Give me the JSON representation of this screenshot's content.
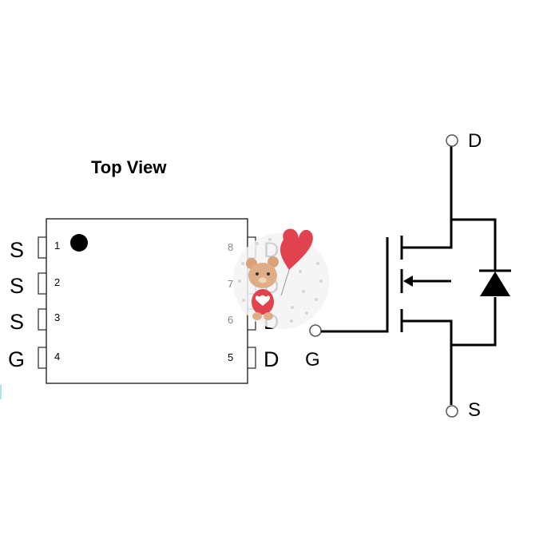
{
  "package": {
    "title": "Top View",
    "left_pins": [
      {
        "letter": "S",
        "number": "1"
      },
      {
        "letter": "S",
        "number": "2"
      },
      {
        "letter": "S",
        "number": "3"
      },
      {
        "letter": "G",
        "number": "4"
      }
    ],
    "right_pins": [
      {
        "letter": "D",
        "number": "8"
      },
      {
        "letter": "D",
        "number": "7"
      },
      {
        "letter": "D",
        "number": "6"
      },
      {
        "letter": "D",
        "number": "5"
      }
    ]
  },
  "symbol": {
    "drain_label": "D",
    "gate_label": "G",
    "source_label": "S"
  },
  "colors": {
    "line": "#000000",
    "sticker_heart": "#e0434d",
    "sticker_bear": "#d9a27a"
  }
}
